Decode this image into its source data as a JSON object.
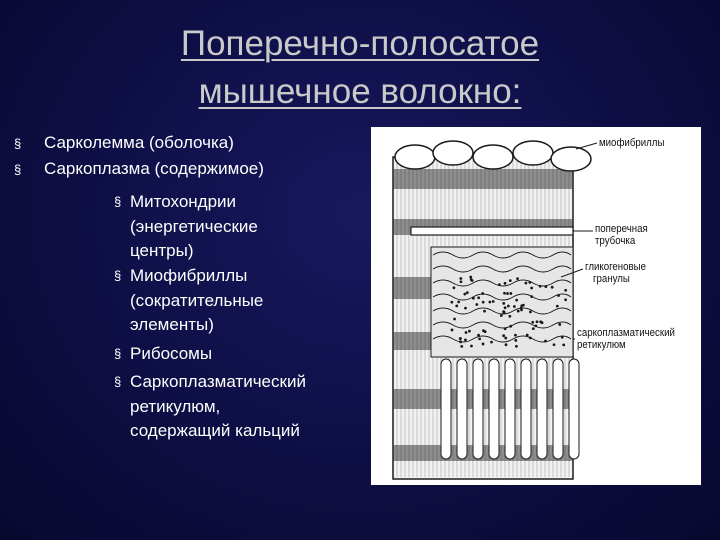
{
  "title": {
    "line1": "Поперечно-полосатое",
    "line2": "мышечное волокно:"
  },
  "bullets": {
    "marker": "§",
    "items": [
      {
        "text": "Сарколемма (оболочка)"
      },
      {
        "text": "Саркоплазма (содержимое)"
      }
    ],
    "subitems": [
      {
        "lines": [
          "Митохондрии",
          "(энергетические",
          "центры)"
        ]
      },
      {
        "lines": [
          "Миофибриллы",
          "(сократительные",
          "элементы)"
        ]
      },
      {
        "lines": [
          "Рибосомы"
        ]
      },
      {
        "lines": [
          "Саркоплазматический",
          "ретикулюм,",
          "содержащий кальций"
        ]
      }
    ]
  },
  "diagram": {
    "labels": {
      "myofibrils": "миофибриллы",
      "t_tubule_1": "поперечная",
      "t_tubule_2": "трубочка",
      "glycogen_1": "гликогеновые",
      "glycogen_2": "гранулы",
      "sr_1": "саркоплазматический",
      "sr_2": "ретикулюм"
    },
    "colors": {
      "line": "#1a1a1a",
      "band": "#3a3a3a",
      "fill": "#ffffff"
    }
  }
}
